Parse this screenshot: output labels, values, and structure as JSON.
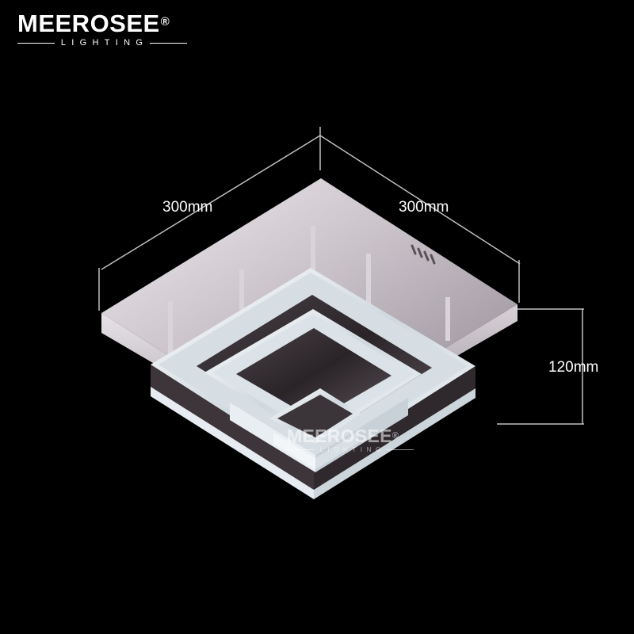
{
  "brand": {
    "name": "MEEROSEE",
    "registered": "®",
    "tagline": "LIGHTING"
  },
  "dimensions": {
    "width_left": "300mm",
    "width_right": "300mm",
    "height": "120mm"
  },
  "watermark": {
    "name": "MEEROSEE",
    "registered": "®",
    "tagline": "LIGHTING"
  },
  "colors": {
    "background": "#000000",
    "text": "#ffffff",
    "steel": "#c9c4cc",
    "crystal": "#e8eef3",
    "mirror": "#3a3338"
  }
}
